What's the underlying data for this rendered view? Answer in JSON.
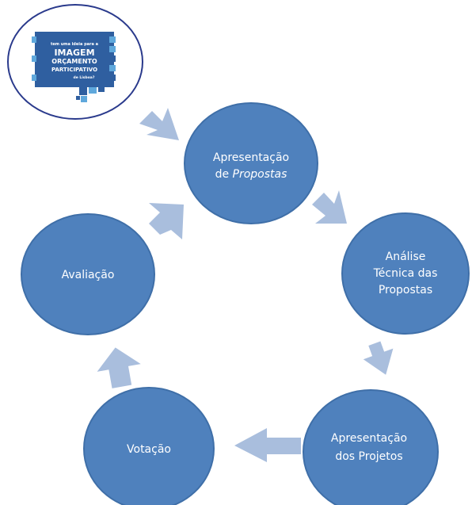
{
  "colors": {
    "node_fill": "#4f81bd",
    "node_stroke": "#3f6fa8",
    "arrow_fill": "#a9bedd",
    "logo_border": "#2a3a8c",
    "logo_tile_dark": "#2f5fa0",
    "logo_tile_light": "#5fa8dc"
  },
  "logo": {
    "icon": "speech-bubble-logo-icon",
    "text_lines": [
      "tem uma ideia para a",
      "IMAGEM",
      "ORÇAMENTO",
      "PARTICIPATIVO",
      "de Lisboa?"
    ]
  },
  "nodes": [
    {
      "id": "apresentacao-propostas",
      "lines": [
        "Apresentação",
        "de Propostas"
      ],
      "italic_word": "Propostas"
    },
    {
      "id": "analise-tecnica",
      "lines": [
        "Análise",
        "Técnica das",
        "Propostas"
      ]
    },
    {
      "id": "apresentacao-projetos",
      "lines": [
        "Apresentação",
        "dos Projetos"
      ]
    },
    {
      "id": "votacao",
      "lines": [
        "Votação"
      ]
    },
    {
      "id": "avaliacao",
      "lines": [
        "Avaliação"
      ]
    }
  ],
  "arrows": [
    {
      "id": "arrow-logo-to-propostas",
      "icon": "arrow-right-down-icon"
    },
    {
      "id": "arrow-propostas-to-analise",
      "icon": "arrow-right-down-icon"
    },
    {
      "id": "arrow-analise-to-projetos",
      "icon": "arrow-down-icon"
    },
    {
      "id": "arrow-projetos-to-votacao",
      "icon": "arrow-left-icon"
    },
    {
      "id": "arrow-votacao-to-avaliacao",
      "icon": "arrow-up-icon"
    },
    {
      "id": "arrow-avaliacao-to-propostas",
      "icon": "arrow-up-right-icon"
    }
  ]
}
